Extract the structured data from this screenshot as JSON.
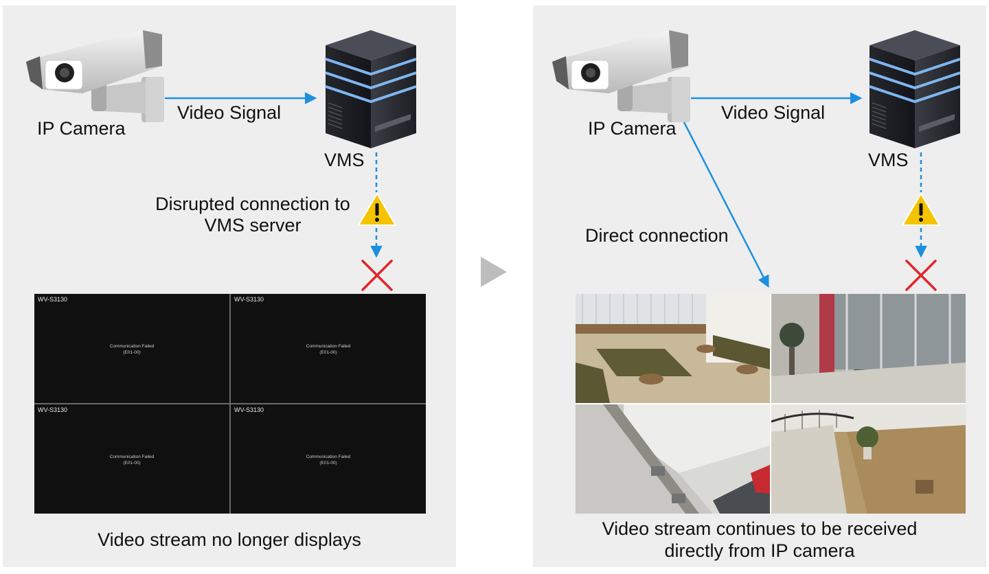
{
  "left_panel": {
    "camera_label": "IP Camera",
    "signal_label": "Video Signal",
    "vms_label": "VMS",
    "disruption_label_line1": "Disrupted connection to",
    "disruption_label_line2": "VMS server",
    "monitor": {
      "tiles": [
        {
          "id": "WV-S3130",
          "message_line1": "Communication Failed",
          "message_line2": "(E01-00)"
        },
        {
          "id": "WV-S3130",
          "message_line1": "Communication Failed",
          "message_line2": "(E01-00)"
        },
        {
          "id": "WV-S3130",
          "message_line1": "Communication Failed",
          "message_line2": "(E01-00)"
        },
        {
          "id": "WV-S3130",
          "message_line1": "Communication Failed",
          "message_line2": "(E01-00)"
        }
      ]
    },
    "caption": "Video stream no longer displays"
  },
  "right_panel": {
    "camera_label": "IP Camera",
    "signal_label": "Video Signal",
    "vms_label": "VMS",
    "direct_label": "Direct connection",
    "caption_line1": "Video stream continues to be received",
    "caption_line2": "directly from IP camera"
  },
  "colors": {
    "arrow_blue": "#1b8fe0",
    "error_red": "#e0262a",
    "warning_yellow": "#f5c400",
    "panel_gray": "#eeeeee"
  }
}
